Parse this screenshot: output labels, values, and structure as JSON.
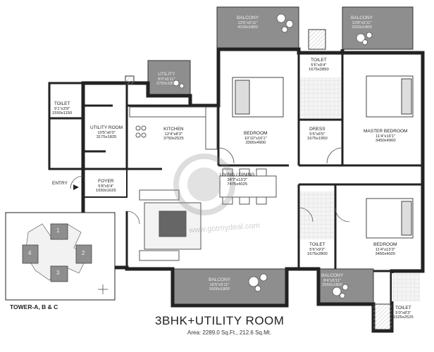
{
  "plan": {
    "title": "3BHK+UTILITY ROOM",
    "area": "Area: 2289.0 Sq.Ft., 212.6 Sq.Mt.",
    "tower_label": "TOWER-A, B & C",
    "entry_label": "ENTRY",
    "watermark": "www.gotmydeal.com",
    "key_plan_towers": [
      "1",
      "2",
      "3",
      "4"
    ],
    "rooms": {
      "balcony_top_left": {
        "name": "BALCONY",
        "dim_imperial": "13'5\"x5'11\"",
        "dim_metric": "4100x1800"
      },
      "balcony_top_right": {
        "name": "BALCONY",
        "dim_imperial": "10'8\"x5'11\"",
        "dim_metric": "3250x1800"
      },
      "utility": {
        "name": "UTILITY",
        "dim_imperial": "9'0\"x5'11\"",
        "dim_metric": "2750x1800"
      },
      "toilet_top": {
        "name": "TOILET",
        "dim_imperial": "5'6\"x9'4\"",
        "dim_metric": "1675x2850"
      },
      "toilet_left": {
        "name": "TOILET",
        "dim_imperial": "5'1\"x3'9\"",
        "dim_metric": "1550x1150"
      },
      "utility_room": {
        "name": "UTILITY ROOM",
        "dim_imperial": "10'5\"x6'0\"",
        "dim_metric": "3175x1825"
      },
      "kitchen": {
        "name": "KITCHEN",
        "dim_imperial": "12'4\"x8'3\"",
        "dim_metric": "3750x2525"
      },
      "bedroom_top": {
        "name": "BEDROOM",
        "dim_imperial": "10'10\"x16'1\"",
        "dim_metric": "3300x4900"
      },
      "dress": {
        "name": "DRESS",
        "dim_imperial": "5'6\"x6'5\"",
        "dim_metric": "1675x1950"
      },
      "master_bedroom": {
        "name": "MASTER BEDROOM",
        "dim_imperial": "11'4\"x16'1\"",
        "dim_metric": "3450x4900"
      },
      "living_dining": {
        "name": "LIVING / DINING",
        "dim_imperial": "24'7\"x13'2\"",
        "dim_metric": "7475x4025"
      },
      "foyer": {
        "name": "FOYER",
        "dim_imperial": "5'8\"x5'4\"",
        "dim_metric": "1650x1625"
      },
      "toilet_mid": {
        "name": "TOILET",
        "dim_imperial": "5'6\"x9'2\"",
        "dim_metric": "1675x2800"
      },
      "bedroom_right": {
        "name": "BEDROOM",
        "dim_imperial": "11'4\"x13'3\"",
        "dim_metric": "3450x4025"
      },
      "balcony_bottom": {
        "name": "BALCONY",
        "dim_imperial": "16'5\"x5'11\"",
        "dim_metric": "5000x1800"
      },
      "balcony_bottom_small": {
        "name": "BALCONY",
        "dim_imperial": "8'4\"x5'11\"",
        "dim_metric": "2550x1800"
      },
      "toilet_bottom": {
        "name": "TOILET",
        "dim_imperial": "5'0\"x8'3\"",
        "dim_metric": "1525x2525"
      }
    }
  }
}
